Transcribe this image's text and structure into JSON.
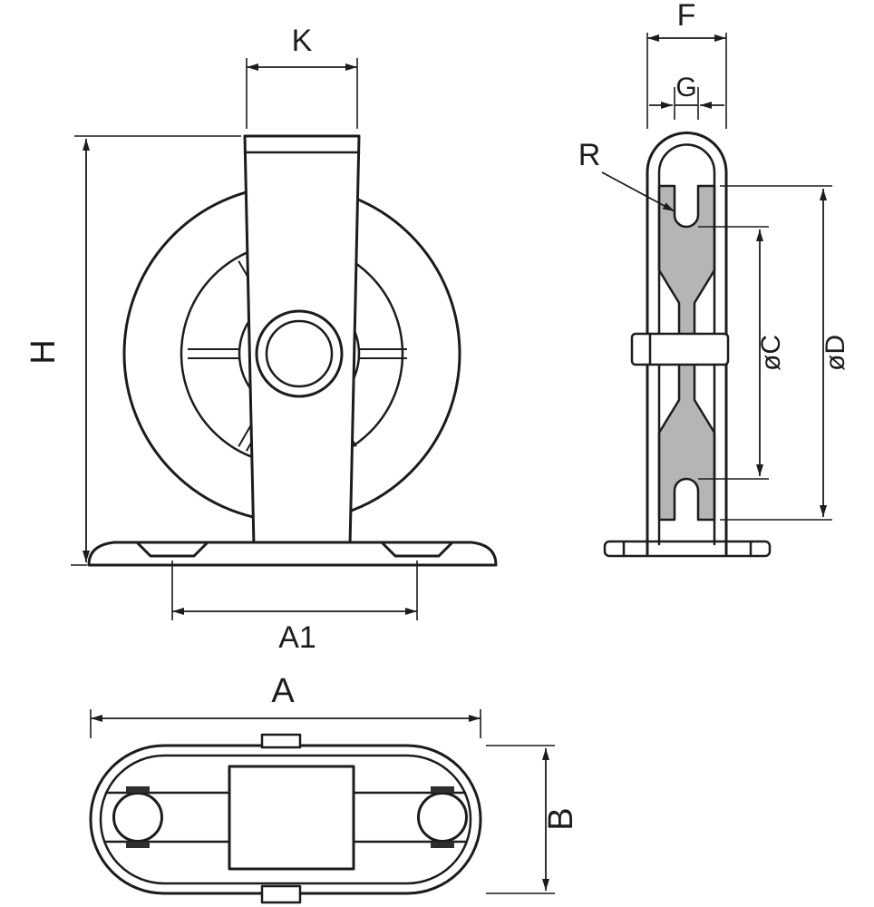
{
  "drawing": {
    "colors": {
      "line": "#1c1c1c",
      "sheave_fill": "#b5b5b5",
      "background": "#ffffff",
      "slot_mark_fill": "#2e2e2e"
    },
    "labels": {
      "K": "K",
      "H": "H",
      "A1": "A1",
      "F": "F",
      "G": "G",
      "R": "R",
      "C": "øC",
      "D": "øD",
      "A": "A",
      "B": "B"
    },
    "views": {
      "front": {
        "name": "front-view",
        "dimension_labels": [
          "K",
          "H",
          "A1"
        ]
      },
      "side": {
        "name": "side-view",
        "dimension_labels": [
          "F",
          "G",
          "R",
          "øC",
          "øD"
        ]
      },
      "plan": {
        "name": "plan-view",
        "dimension_labels": [
          "A",
          "B"
        ]
      }
    }
  }
}
